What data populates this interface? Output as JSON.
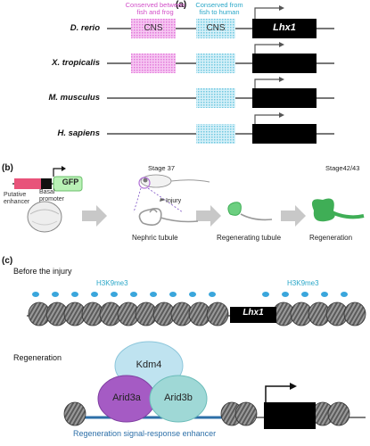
{
  "panel_a": {
    "label": "(a)",
    "header_pink": [
      "Conserved between",
      "fish and frog"
    ],
    "header_cyan": [
      "Conserved from",
      "fish to human"
    ],
    "cns_label_1": "CNS",
    "cns_label_2": "CNS",
    "gene_label": "Lhx1",
    "species": [
      "D. rerio",
      "X. tropicalis",
      "M. musculus",
      "H. sapiens"
    ]
  },
  "panel_b": {
    "label": "(b)",
    "gfp_label": "GFP",
    "putative_enhancer": [
      "Putative",
      "enhancer"
    ],
    "basal_promoter": [
      "Basal",
      "promoter"
    ],
    "stage_37": "Stage 37",
    "stage_42": "Stage42/43",
    "injury": "Injury",
    "nephric_tubule": "Nephric tubule",
    "regenerating_tubule": "Regenerating tubule",
    "regeneration": "Regeneration"
  },
  "panel_c": {
    "label": "(c)",
    "before_title": "Before the injury",
    "mark_1": "H3K9me3",
    "mark_2": "H3K9me3",
    "gene_label": "Lhx1",
    "regen_title": "Regeneration",
    "kdm4": "Kdm4",
    "arid3a": "Arid3a",
    "arid3b": "Arid3b",
    "enhancer_caption": "Regeneration signal-response enhancer"
  },
  "colors": {
    "pink": "#e27ad9",
    "cyan": "#6fc8e0",
    "methyl_dot": "#3aa6dc",
    "kdm4": "#bfe3f0",
    "arid3a": "#a55bc4",
    "arid3b": "#9fd8d6",
    "enhancer_line": "#2d6fa8",
    "gfp_green": "#3fae56"
  }
}
